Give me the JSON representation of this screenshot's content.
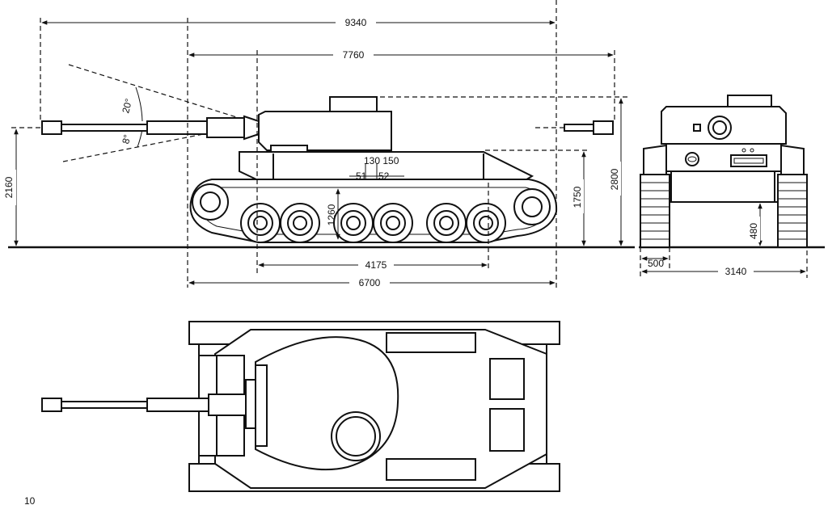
{
  "figure_number": "10",
  "dimensions": {
    "overall_length": "9340",
    "hull_plus_gun": "7760",
    "hull_length": "6700",
    "wheelbase": "4175",
    "height_total": "2160",
    "height_turret": "2800",
    "height_hull": "1750",
    "wheel_height": "1260",
    "ground_clearance": "480",
    "track_width": "500",
    "overall_width": "3140"
  },
  "angles": {
    "elevation": "20°",
    "depression": "8°"
  },
  "armor_labels": {
    "a": "51",
    "b": "52",
    "c": "130 150"
  }
}
